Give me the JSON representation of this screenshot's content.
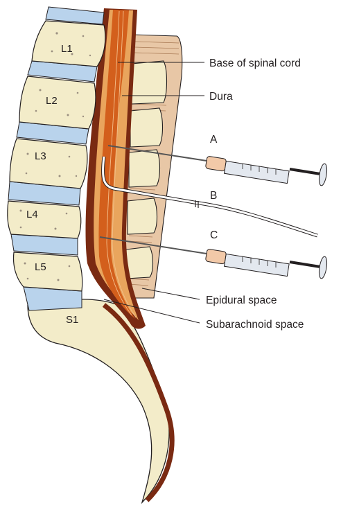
{
  "vertebrae": [
    {
      "id": "l1",
      "label": "L1"
    },
    {
      "id": "l2",
      "label": "L2"
    },
    {
      "id": "l3",
      "label": "L3"
    },
    {
      "id": "l4",
      "label": "L4"
    },
    {
      "id": "l5",
      "label": "L5"
    },
    {
      "id": "s1",
      "label": "S1"
    }
  ],
  "labels": {
    "base_of_spinal_cord": "Base of spinal cord",
    "dura": "Dura",
    "epidural_space": "Epidural space",
    "subarachnoid_space": "Subarachnoid space"
  },
  "needles": {
    "a": "A",
    "b": "B",
    "c": "C"
  },
  "colors": {
    "bone": "#f3ecc9",
    "disc": "#b9d3ec",
    "cord": "#d35f1c",
    "dura": "#7a2a12",
    "ligament": "#e8c7a6"
  }
}
